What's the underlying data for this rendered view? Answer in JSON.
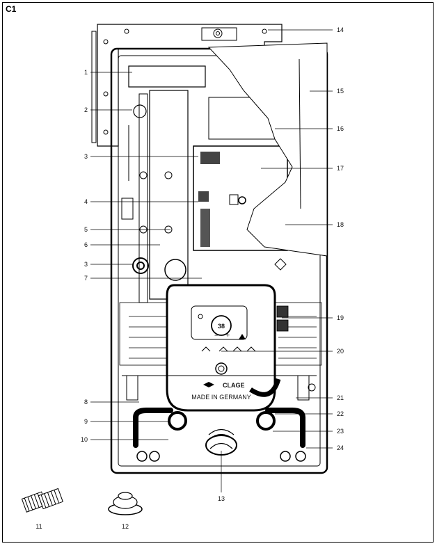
{
  "figure_label": "C1",
  "callouts": {
    "n1": "1",
    "n2": "2",
    "n3": "3",
    "n3b": "3",
    "n4": "4",
    "n5": "5",
    "n6": "6",
    "n7": "7",
    "n8": "8",
    "n9": "9",
    "n10": "10",
    "n11": "11",
    "n12": "12",
    "n13": "13",
    "n14": "14",
    "n15": "15",
    "n16": "16",
    "n17": "17",
    "n18": "18",
    "n19": "19",
    "n20": "20",
    "n21": "21",
    "n22": "22",
    "n23": "23",
    "n24": "24"
  },
  "display": {
    "temperature": "38",
    "minus": "−",
    "plus": "+",
    "brand": "CLAGE",
    "made_in": "MADE IN GERMANY"
  },
  "icons": [
    "gear-icon",
    "minus-icon",
    "plus-icon",
    "shower-icon",
    "power-button-icon"
  ]
}
